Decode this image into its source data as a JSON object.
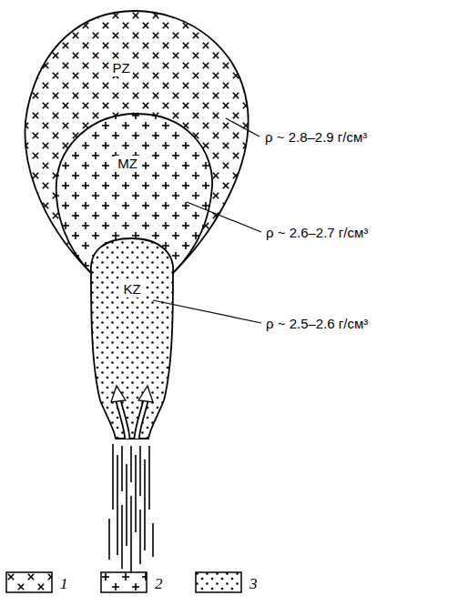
{
  "diagram": {
    "nodes": [
      {
        "text": [
          "PZ"
        ]
      },
      {
        "text": [
          "MZ"
        ],
        "in": 0
      },
      {
        "text": [
          "KZ"
        ],
        "in": 1
      }
    ],
    "labels": [
      "ρ ~ 2.8–2.9 г/см³",
      "ρ ~ 2.6–2.7 г/см³",
      "ρ ~ 2.5–2.6 г/см³"
    ],
    "legend": [
      {
        "text": "1"
      },
      {
        "text": "2"
      },
      {
        "text": "3"
      }
    ]
  }
}
